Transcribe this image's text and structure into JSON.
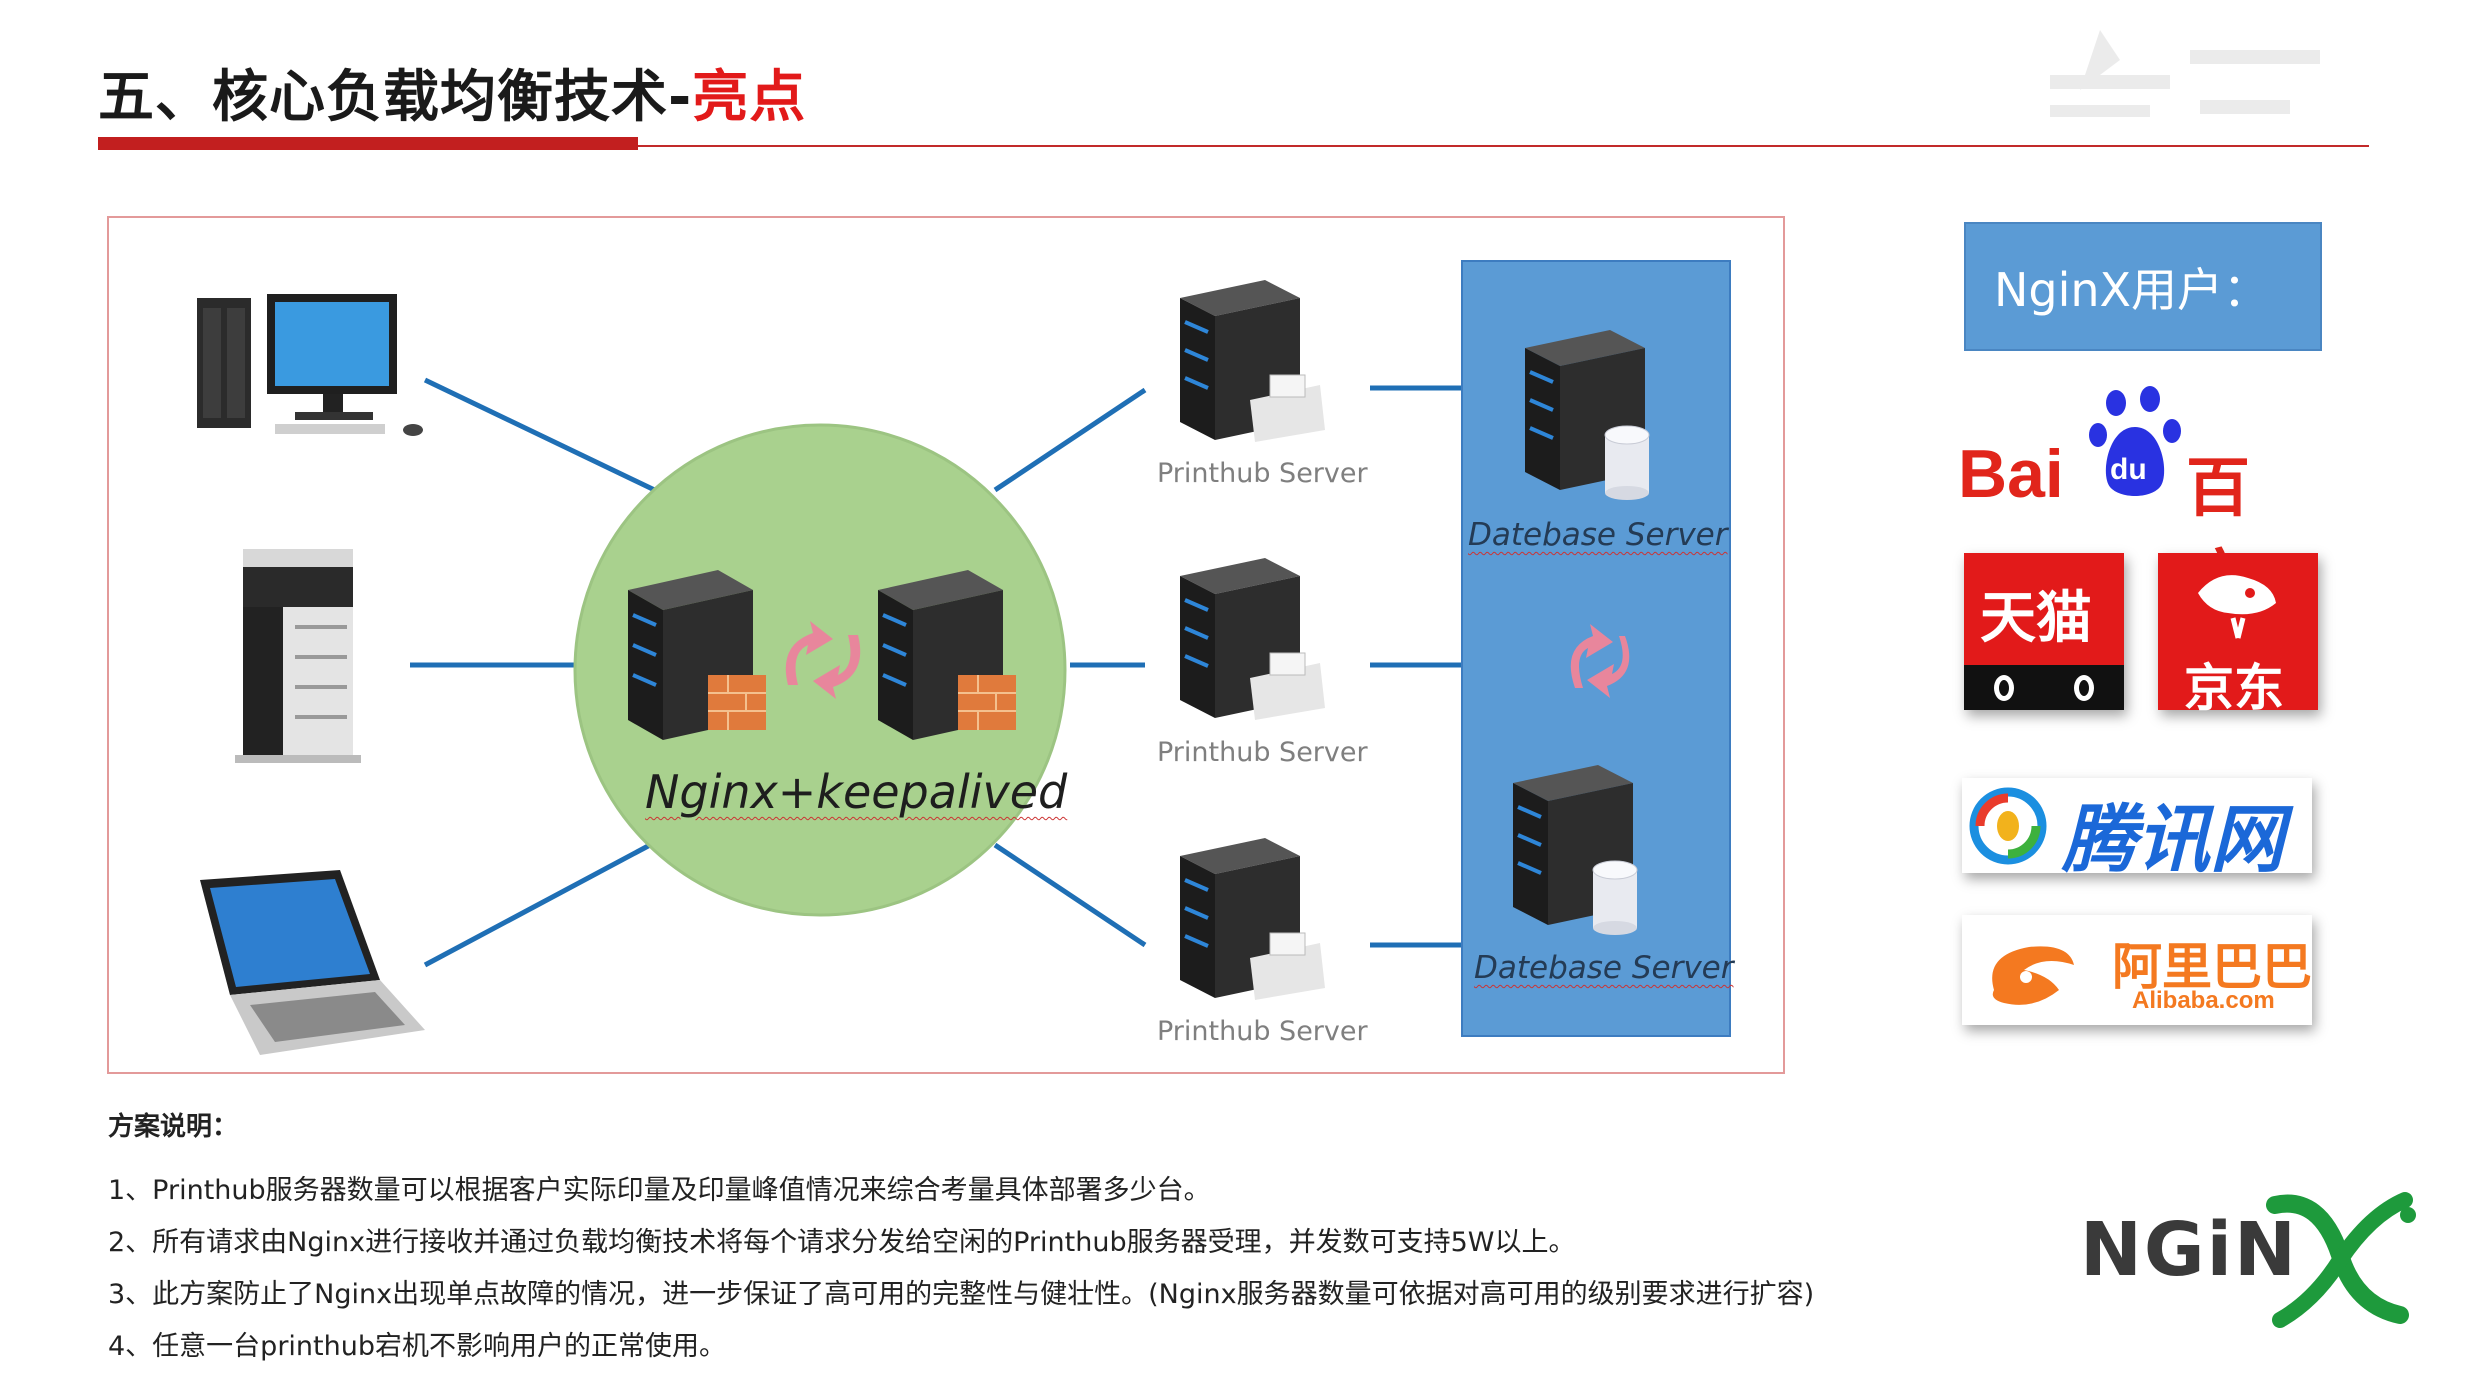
{
  "title": {
    "main": "五、核心负载均衡技术-",
    "highlight": "亮点"
  },
  "diagram": {
    "cluster_label": "Nginx+keepalived",
    "printhub_servers": [
      "Printhub Server",
      "Printhub Server",
      "Printhub Server"
    ],
    "database_servers": [
      "Datebase Server",
      "Datebase Server"
    ],
    "clients": [
      "desktop-computer",
      "printer",
      "laptop"
    ]
  },
  "users_panel": {
    "title": "NginX用户：",
    "logos": {
      "baidu_left": "Bai",
      "baidu_paw": "du",
      "baidu_right": "百度",
      "tmall": "天猫",
      "jd": "京东",
      "qq": "腾讯网",
      "alibaba_cn": "阿里巴巴",
      "alibaba_en": "Alibaba.com"
    }
  },
  "notes": {
    "heading": "方案说明：",
    "items": [
      "1、Printhub服务器数量可以根据客户实际印量及印量峰值情况来综合考量具体部署多少台。",
      "2、所有请求由Nginx进行接收并通过负载均衡技术将每个请求分发给空闲的Printhub服务器受理，并发数可支持5W以上。",
      "3、此方案防止了Nginx出现单点故障的情况，进一步保证了高可用的完整性与健壮性。(Nginx服务器数量可依据对高可用的级别要求进行扩容)",
      "4、任意一台printhub宕机不影响用户的正常使用。"
    ]
  },
  "nginx_logo": {
    "text": "NGiN"
  },
  "colors": {
    "accent_red": "#e21a1a",
    "panel_blue": "#5b9bd5",
    "link_blue": "#1f6fb5",
    "cluster_green": "#a9d18e"
  }
}
